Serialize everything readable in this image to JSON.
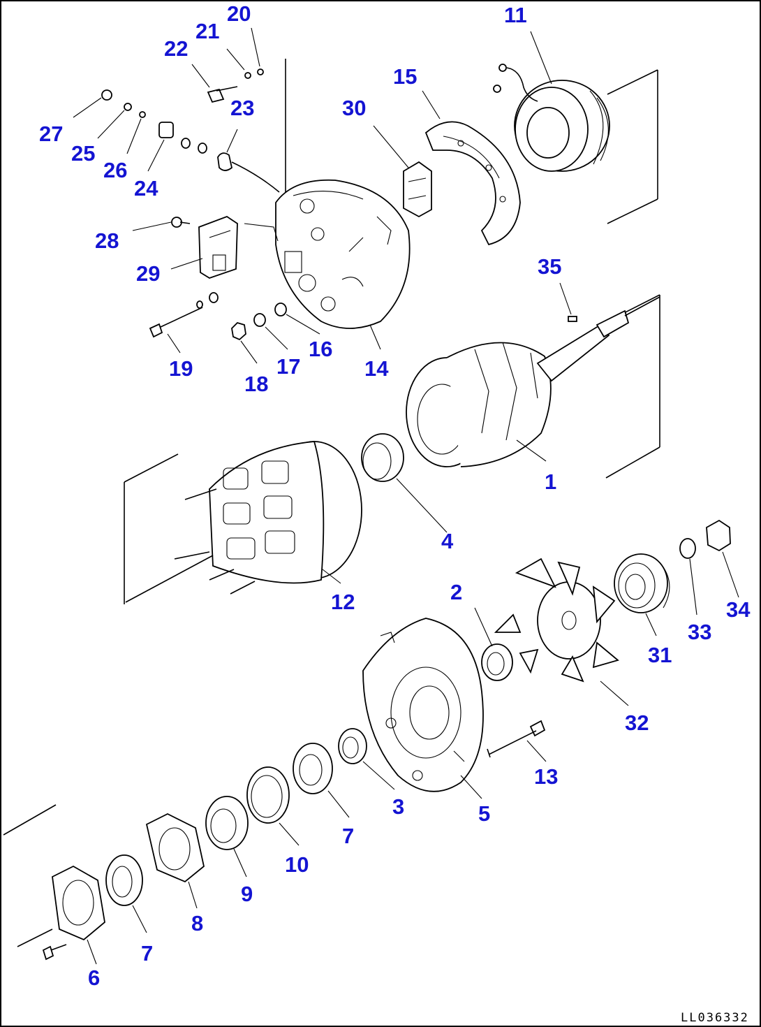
{
  "diagram": {
    "drawing_code": "LL036332",
    "callouts": [
      {
        "id": "c1",
        "text": "1"
      },
      {
        "id": "c2",
        "text": "2"
      },
      {
        "id": "c3",
        "text": "3"
      },
      {
        "id": "c4",
        "text": "4"
      },
      {
        "id": "c5",
        "text": "5"
      },
      {
        "id": "c6",
        "text": "6"
      },
      {
        "id": "c7a",
        "text": "7"
      },
      {
        "id": "c7b",
        "text": "7"
      },
      {
        "id": "c8",
        "text": "8"
      },
      {
        "id": "c9",
        "text": "9"
      },
      {
        "id": "c10",
        "text": "10"
      },
      {
        "id": "c11",
        "text": "11"
      },
      {
        "id": "c12",
        "text": "12"
      },
      {
        "id": "c13",
        "text": "13"
      },
      {
        "id": "c14",
        "text": "14"
      },
      {
        "id": "c15",
        "text": "15"
      },
      {
        "id": "c16",
        "text": "16"
      },
      {
        "id": "c17",
        "text": "17"
      },
      {
        "id": "c18",
        "text": "18"
      },
      {
        "id": "c19",
        "text": "19"
      },
      {
        "id": "c20",
        "text": "20"
      },
      {
        "id": "c21",
        "text": "21"
      },
      {
        "id": "c22",
        "text": "22"
      },
      {
        "id": "c23",
        "text": "23"
      },
      {
        "id": "c24",
        "text": "24"
      },
      {
        "id": "c25",
        "text": "25"
      },
      {
        "id": "c26",
        "text": "26"
      },
      {
        "id": "c27",
        "text": "27"
      },
      {
        "id": "c28",
        "text": "28"
      },
      {
        "id": "c29",
        "text": "29"
      },
      {
        "id": "c30",
        "text": "30"
      },
      {
        "id": "c31",
        "text": "31"
      },
      {
        "id": "c32",
        "text": "32"
      },
      {
        "id": "c33",
        "text": "33"
      },
      {
        "id": "c34",
        "text": "34"
      },
      {
        "id": "c35",
        "text": "35"
      }
    ]
  },
  "colors": {
    "callout": "#1414d2",
    "line": "#000000",
    "background": "#ffffff"
  }
}
